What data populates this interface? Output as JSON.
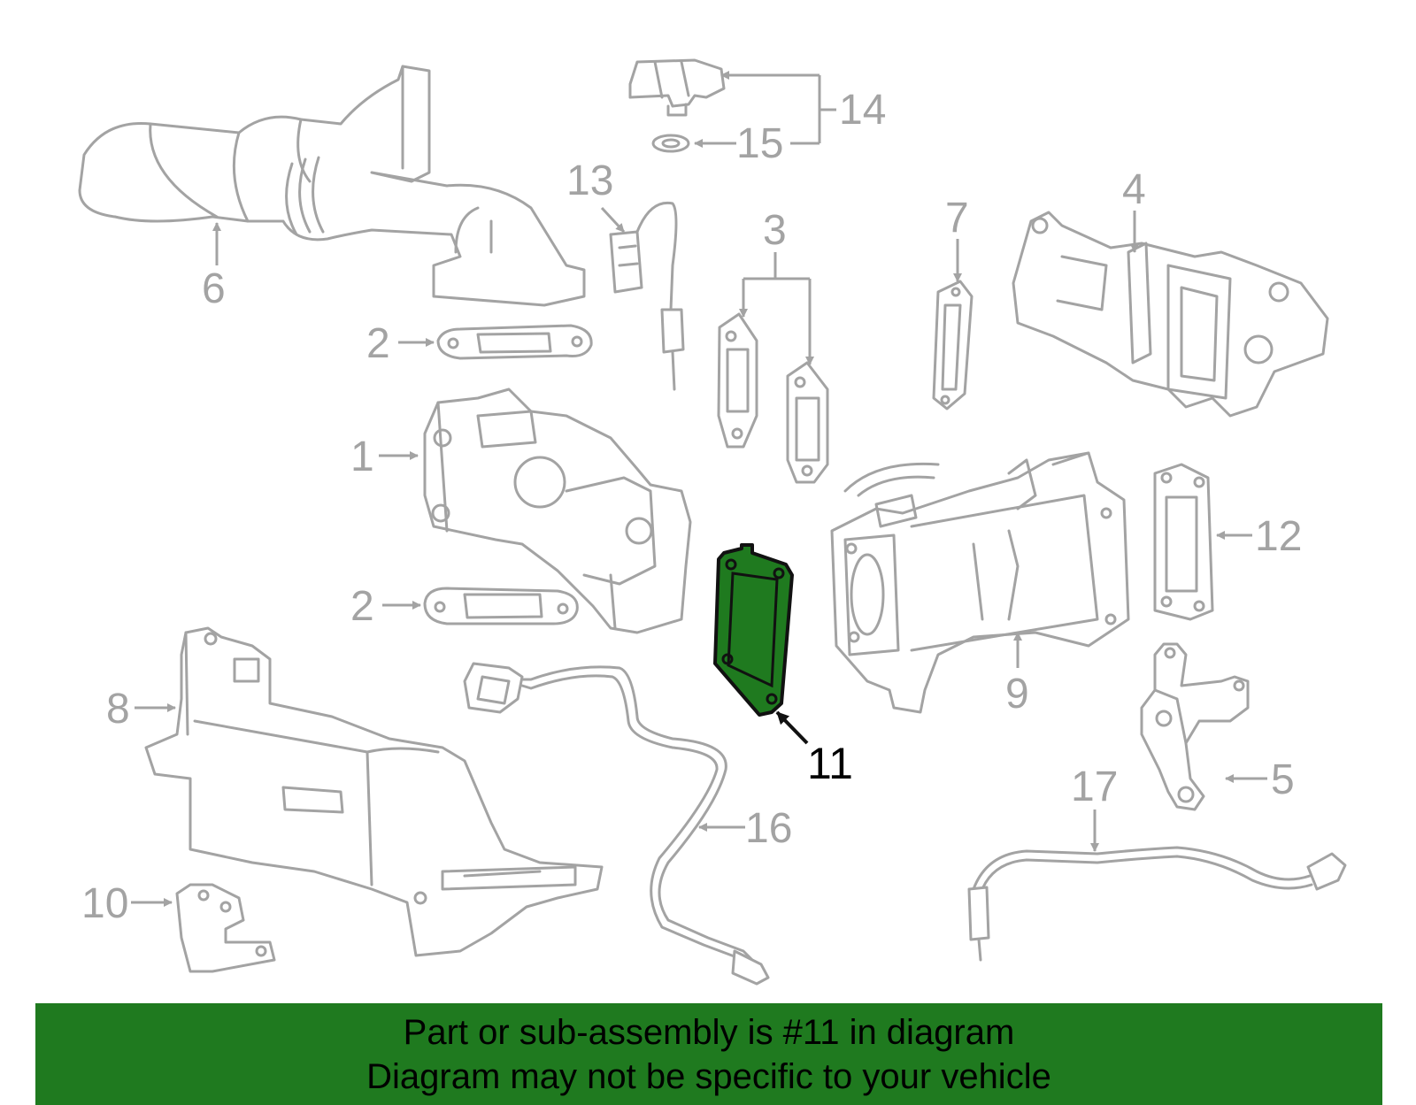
{
  "diagram": {
    "highlight_color": "#1f7a1f",
    "part_line_color": "#a3a3a3",
    "highlighted_part": "11",
    "callouts": [
      "1",
      "2",
      "2",
      "3",
      "4",
      "5",
      "6",
      "7",
      "8",
      "9",
      "10",
      "11",
      "12",
      "13",
      "14",
      "15",
      "16",
      "17"
    ]
  },
  "banner": {
    "line1": "Part or sub-assembly is #11 in diagram",
    "line2": "Diagram may not be specific to your vehicle",
    "background": "#1f7a1f"
  }
}
